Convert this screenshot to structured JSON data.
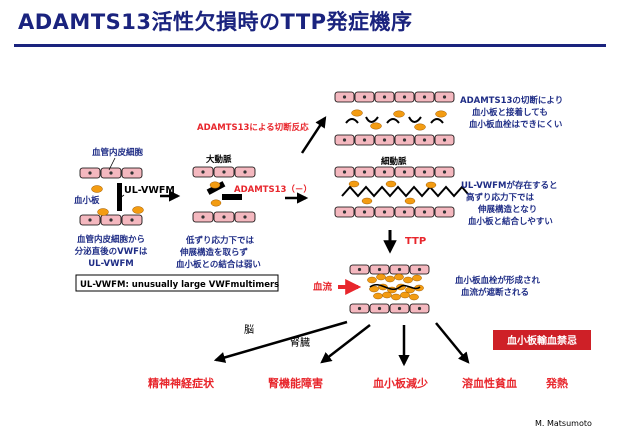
{
  "title": "ADAMTS13活性欠損時のTTP発症機序",
  "labels": {
    "endothelium": "血管内皮細胞",
    "platelet": "血小板",
    "ulvwfm": "UL-VWFM",
    "secretion": [
      "血管内皮細胞から",
      "分泌直後のVWFは",
      "UL-VWFM"
    ],
    "artery": "大動脈",
    "low_shear": [
      "低ずり応力下では",
      "伸展構造を取らず",
      "血小板との結合は弱い"
    ],
    "cleavage": "ADAMTS13による切断反応",
    "cleaved_desc": [
      "ADAMTS13の切断により",
      "血小板と接着しても",
      "血小板血栓はできにくい"
    ],
    "arteriole": "細動脈",
    "adamts_minus": "ADAMTS13（－）",
    "high_shear_desc": [
      "UL-VWFMが存在すると",
      "高ずり応力下では",
      "伸展構造となり",
      "血小板と結合しやすい"
    ],
    "ttp": "TTP",
    "bloodflow": "血流",
    "thrombus_desc": [
      "血小板血栓が形成され",
      "血流が遮断される"
    ],
    "definition": "UL-VWFM: unusually large VWFmultimers",
    "brain": "脳",
    "kidney": "腎臓",
    "contraindication": "血小板輸血禁忌",
    "credit": "M. Matsumoto"
  },
  "symptoms": [
    "精神神経症状",
    "腎機能障害",
    "血小板減少",
    "溶血性貧血",
    "発熱"
  ],
  "colors": {
    "title": "#1a237e",
    "text_navy": "#1f2d86",
    "accent_red": "#e8262c",
    "cell_fill": "#f4b8bf",
    "platelet": "#f39c12",
    "vwf_line": "#000000"
  }
}
